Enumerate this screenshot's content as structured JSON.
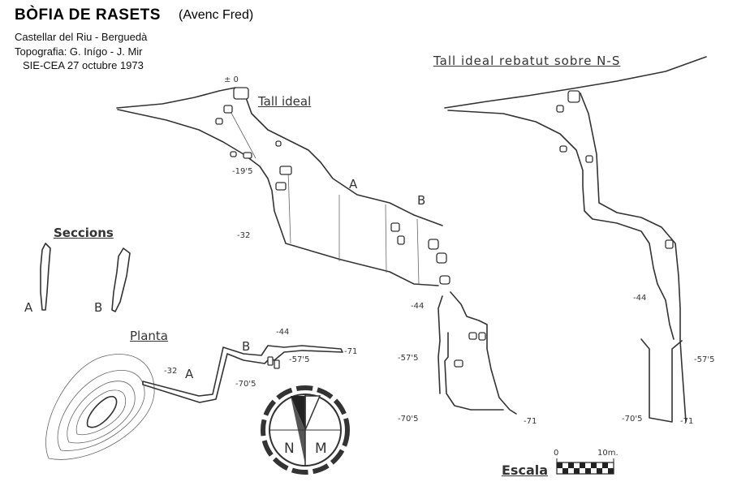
{
  "header": {
    "title": "BÒFIA DE RASETS",
    "subtitle": "(Avenc Fred)",
    "location": "Castellar del Riu - Berguedà",
    "topography": "Topografia: G. Iníg­o - J. Mir",
    "club_date": "SIE-CEA   27 octubre 1973"
  },
  "profile": {
    "heading": "Tall ideal",
    "zero_label": "± 0",
    "section_a": "A",
    "section_b": "B",
    "depths": [
      "-19'5",
      "-32",
      "-44",
      "-57'5",
      "-70'5",
      "-71"
    ]
  },
  "ns_profile": {
    "heading": "Tall ideal rebatut sobre N-S",
    "depths": [
      "-44",
      "-57'5",
      "-70'5",
      "-71"
    ]
  },
  "sections": {
    "heading": "Seccions",
    "label_a": "A",
    "label_b": "B"
  },
  "plan": {
    "heading": "Planta",
    "label_a": "A",
    "label_b": "B",
    "depths": [
      "-32",
      "-44",
      "-57'5",
      "-70'5",
      "-71"
    ]
  },
  "compass": {
    "label_n": "N",
    "label_m": "M"
  },
  "scale": {
    "heading": "Escala",
    "start": "0",
    "end": "10m."
  }
}
